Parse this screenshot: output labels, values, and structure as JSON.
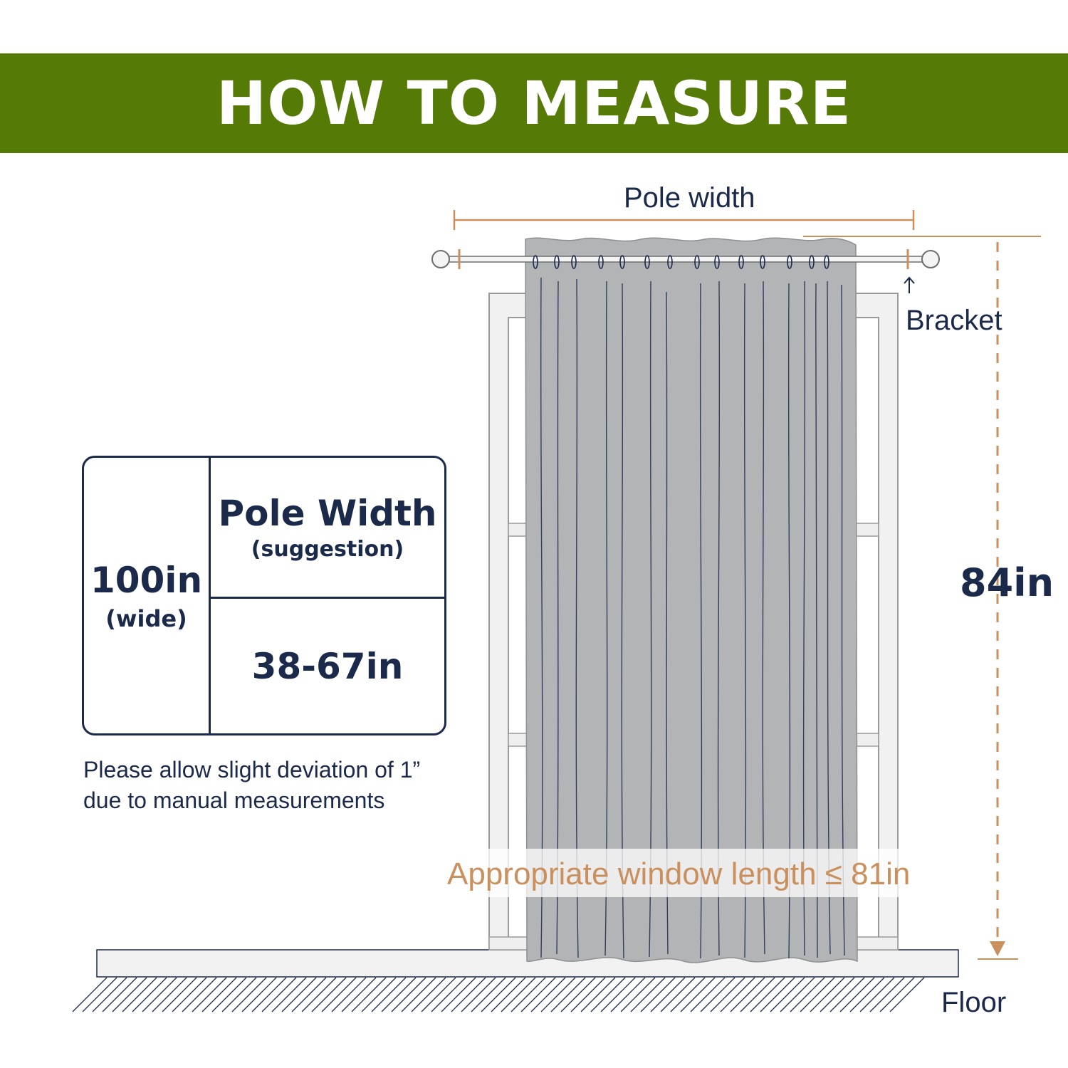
{
  "header": {
    "title": "HOW TO MEASURE"
  },
  "colors": {
    "banner": "#557a06",
    "navy": "#1b2a4a",
    "measure_accent": "#c98f5c",
    "curtain": "#b3b4b6"
  },
  "diagram": {
    "pole_width_label": "Pole width",
    "bracket_label": "Bracket",
    "height_label": "84in",
    "floor_label": "Floor",
    "window_length_label": "Appropriate window length ≤ 81in"
  },
  "size_table": {
    "width_value": "100in",
    "width_sub": "(wide)",
    "pole_header": "Pole Width",
    "pole_sub": "(suggestion)",
    "pole_value": "38-67in"
  },
  "note": {
    "line1": "Please allow slight deviation of 1”",
    "line2": "due to manual measurements"
  }
}
